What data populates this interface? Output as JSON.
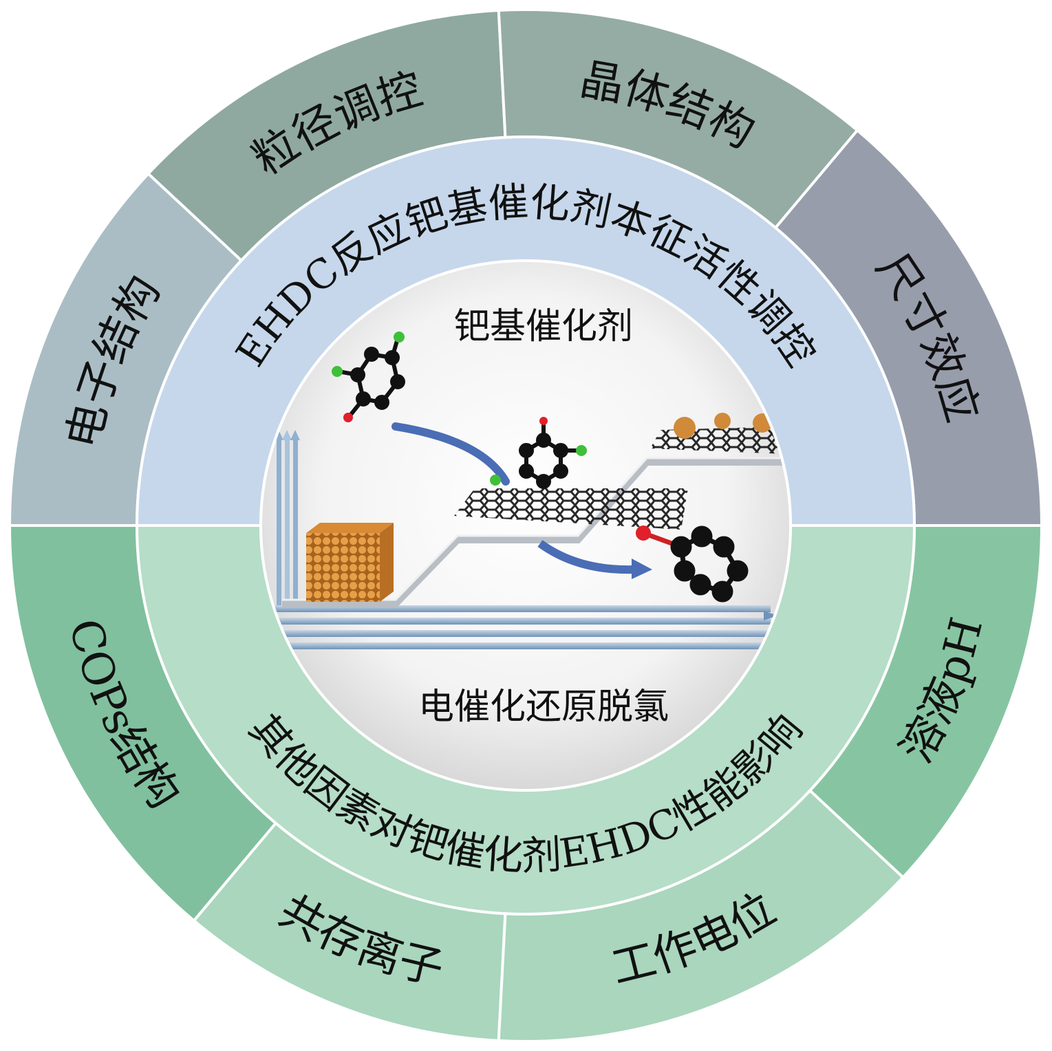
{
  "outer_ring": {
    "top": [
      {
        "label": "电子结构",
        "color": "#aabdc5"
      },
      {
        "label": "粒径调控",
        "color": "#8fa9a0"
      },
      {
        "label": "晶体结构",
        "color": "#95aca4"
      },
      {
        "label": "尺寸效应",
        "color": "#979dab"
      }
    ],
    "bottom": [
      {
        "label": "COPs结构",
        "color": "#80c09e"
      },
      {
        "label": "共存离子",
        "color": "#a9d6bd"
      },
      {
        "label": "工作电位",
        "color": "#a9d6bd"
      },
      {
        "label": "溶液pH",
        "color": "#87c5a2"
      }
    ]
  },
  "middle_ring": {
    "top_label": "EHDC反应钯基催化剂本征活性调控",
    "top_color": "#c6d7eb",
    "bottom_label": "其他因素对钯催化剂EHDC性能影响",
    "bottom_color": "#b5ddc7"
  },
  "center": {
    "top_label": "钯基催化剂",
    "bottom_label": "电催化还原脱氯"
  }
}
